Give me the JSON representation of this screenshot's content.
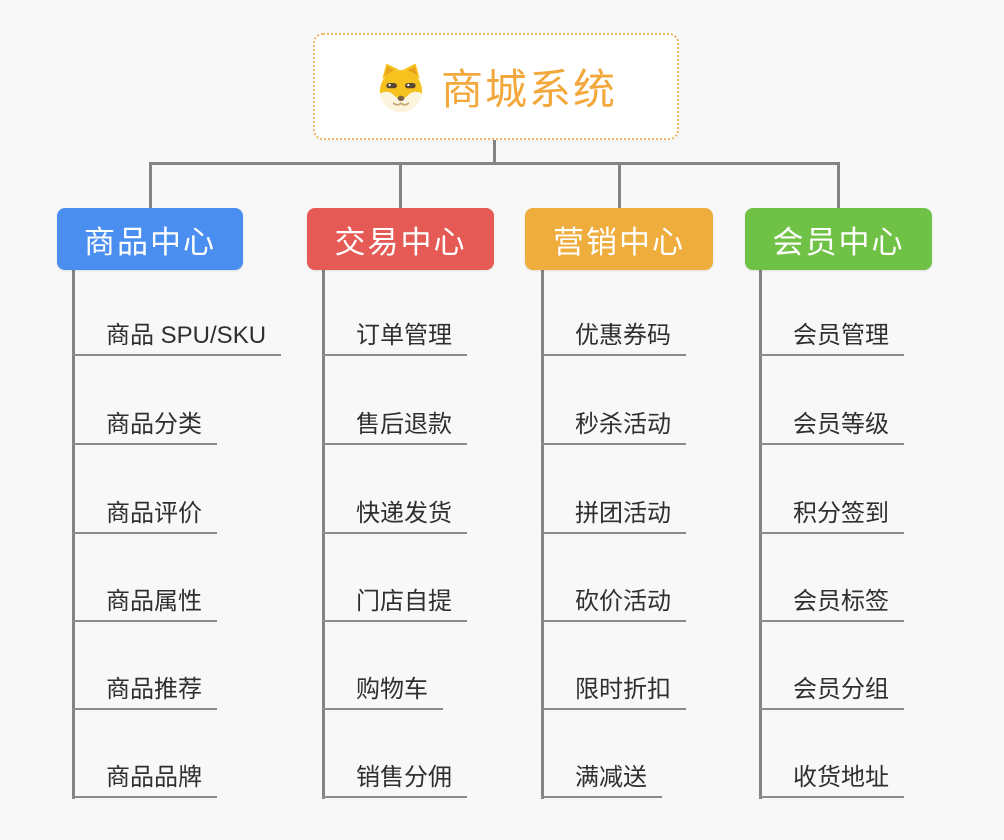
{
  "root": {
    "label": "商城系统",
    "icon": "shiba-dog-icon"
  },
  "branches": [
    {
      "label": "商品中心",
      "color": "#4a8ff0",
      "children": [
        "商品 SPU/SKU",
        "商品分类",
        "商品评价",
        "商品属性",
        "商品推荐",
        "商品品牌"
      ]
    },
    {
      "label": "交易中心",
      "color": "#e65a56",
      "children": [
        "订单管理",
        "售后退款",
        "快递发货",
        "门店自提",
        "购物车",
        "销售分佣"
      ]
    },
    {
      "label": "营销中心",
      "color": "#eead3d",
      "children": [
        "优惠券码",
        "秒杀活动",
        "拼团活动",
        "砍价活动",
        "限时折扣",
        "满减送"
      ]
    },
    {
      "label": "会员中心",
      "color": "#6fc246",
      "children": [
        "会员管理",
        "会员等级",
        "积分签到",
        "会员标签",
        "会员分组",
        "收货地址"
      ]
    }
  ],
  "colors": {
    "background": "#f8f8f8",
    "connector": "#848484",
    "leaf_underline": "#8b8b8b",
    "leaf_text": "#2f2f2f",
    "root_text": "#f2a83c",
    "root_border": "#f3b45f",
    "branch_text": "#ffffff"
  }
}
